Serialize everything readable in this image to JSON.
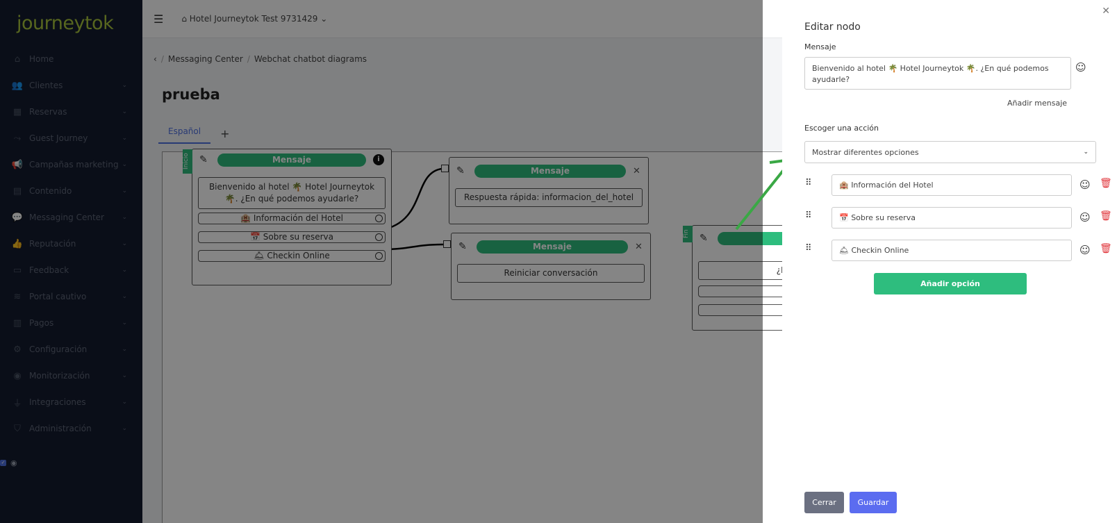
{
  "logo": "journeytok",
  "sidebar": {
    "items": [
      {
        "label": "Home",
        "icon": "home-icon",
        "glyph": "⌂",
        "chevron": false
      },
      {
        "label": "Clientes",
        "icon": "users-icon",
        "glyph": "👥",
        "chevron": true
      },
      {
        "label": "Reservas",
        "icon": "calendar-icon",
        "glyph": "▦",
        "chevron": true
      },
      {
        "label": "Guest Journey",
        "icon": "route-icon",
        "glyph": "⤳",
        "chevron": true
      },
      {
        "label": "Campañas marketing",
        "icon": "megaphone-icon",
        "glyph": "📢",
        "chevron": true
      },
      {
        "label": "Contenido",
        "icon": "document-icon",
        "glyph": "▤",
        "chevron": true
      },
      {
        "label": "Messaging Center",
        "icon": "chat-icon",
        "glyph": "💬",
        "chevron": true
      },
      {
        "label": "Reputación",
        "icon": "thumbs-up-icon",
        "glyph": "👍",
        "chevron": true
      },
      {
        "label": "Feedback",
        "icon": "comment-icon",
        "glyph": "▭",
        "chevron": true
      },
      {
        "label": "Portal cautivo",
        "icon": "wifi-icon",
        "glyph": "≋",
        "chevron": true
      },
      {
        "label": "Pagos",
        "icon": "receipt-icon",
        "glyph": "▥",
        "chevron": true
      },
      {
        "label": "Configuración",
        "icon": "gear-icon",
        "glyph": "⚙",
        "chevron": true
      },
      {
        "label": "Monitorización",
        "icon": "eye-icon",
        "glyph": "◉",
        "chevron": true
      },
      {
        "label": "Integraciones",
        "icon": "plug-icon",
        "glyph": "⏚",
        "chevron": true
      },
      {
        "label": "Administración",
        "icon": "shield-icon",
        "glyph": "⛉",
        "chevron": true
      }
    ]
  },
  "topbar": {
    "hotel": "⌂ Hotel Journeytok Test 9731429 ⌄"
  },
  "breadcrumb": {
    "back": "‹",
    "items": [
      "Messaging Center",
      "Webchat chatbot diagrams"
    ]
  },
  "page": {
    "title": "prueba"
  },
  "tabs": [
    {
      "label": "Español"
    }
  ],
  "tab_add": "+",
  "canvas": {
    "start_tag": "Inicio",
    "end_tag": "Fin",
    "node1": {
      "title": "Mensaje",
      "message": "Bienvenido al hotel 🌴 Hotel Journeytok 🌴. ¿En qué podemos ayudarle?",
      "options": [
        "🏨 Información del Hotel",
        "📅 Sobre su reserva",
        "🛎 Checkin Online"
      ]
    },
    "node2": {
      "title": "Mensaje",
      "text": "Respuesta rápida: informacion_del_hotel"
    },
    "node3": {
      "title": "Mensaje",
      "text": "Reiniciar conversación"
    },
    "node4": {
      "text": "¿Hemos r"
    }
  },
  "panel": {
    "title": "Editar nodo",
    "message_label": "Mensaje",
    "message_value": "Bienvenido al hotel 🌴 Hotel Journeytok 🌴. ¿En qué podemos ayudarle?",
    "add_message": "Añadir mensaje",
    "action_label": "Escoger una acción",
    "action_value": "Mostrar diferentes opciones",
    "options": [
      "🏨 Información del Hotel",
      "📅 Sobre su reserva",
      "🛎 Checkin Online"
    ],
    "add_option": "Añadir opción",
    "close_btn": "Cerrar",
    "save_btn": "Guardar"
  },
  "colors": {
    "accent_green": "#2ebd7e",
    "primary_blue": "#5b6cf0",
    "sidebar_bg": "#151c2e",
    "danger": "#e0353b"
  }
}
